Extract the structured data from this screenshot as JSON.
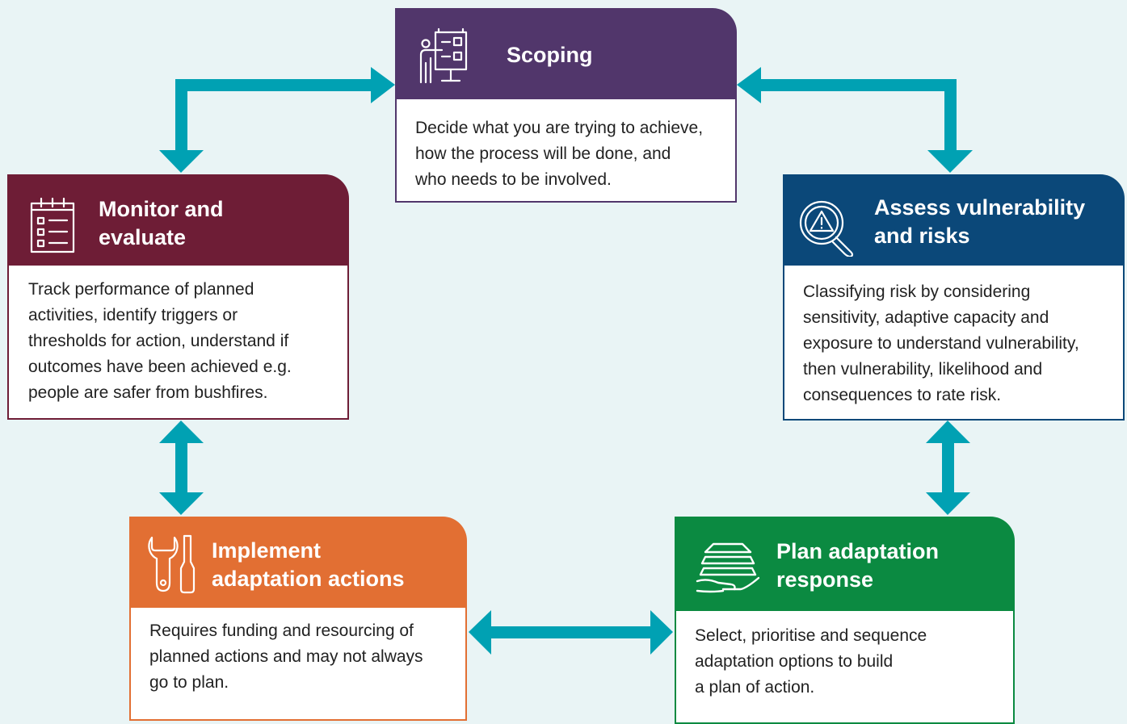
{
  "colors": {
    "background": "#e9f4f5",
    "connector": "#00a1b3",
    "scoping": "#51366b",
    "monitor": "#6e1d36",
    "assess": "#0b4879",
    "implement": "#e26f33",
    "plan": "#0b8a41"
  },
  "stages": {
    "scoping": {
      "title": "Scoping",
      "description": "Decide what you are trying to achieve,\nhow the process will be done, and\nwho needs to be involved.",
      "icon": "presentation-board-icon"
    },
    "monitor": {
      "title": "Monitor and\nevaluate",
      "description": "Track performance of planned\nactivities, identify triggers or\nthresholds for action, understand if\noutcomes have been achieved e.g.\npeople are safer from bushfires.",
      "icon": "checklist-notepad-icon"
    },
    "assess": {
      "title": "Assess vulnerability\nand risks",
      "description": "Classifying risk by considering\nsensitivity, adaptive capacity and\nexposure to understand vulnerability,\nthen vulnerability, likelihood and\nconsequences to rate risk.",
      "icon": "magnifier-warning-icon"
    },
    "implement": {
      "title": "Implement\nadaptation actions",
      "description": "Requires funding and resourcing of\nplanned actions and may not always\ngo to plan.",
      "icon": "tools-icon"
    },
    "plan": {
      "title": "Plan adaptation\nresponse",
      "description": "Select, prioritise and sequence\nadaptation options to build\na plan of action.",
      "icon": "hand-stack-icon"
    }
  }
}
